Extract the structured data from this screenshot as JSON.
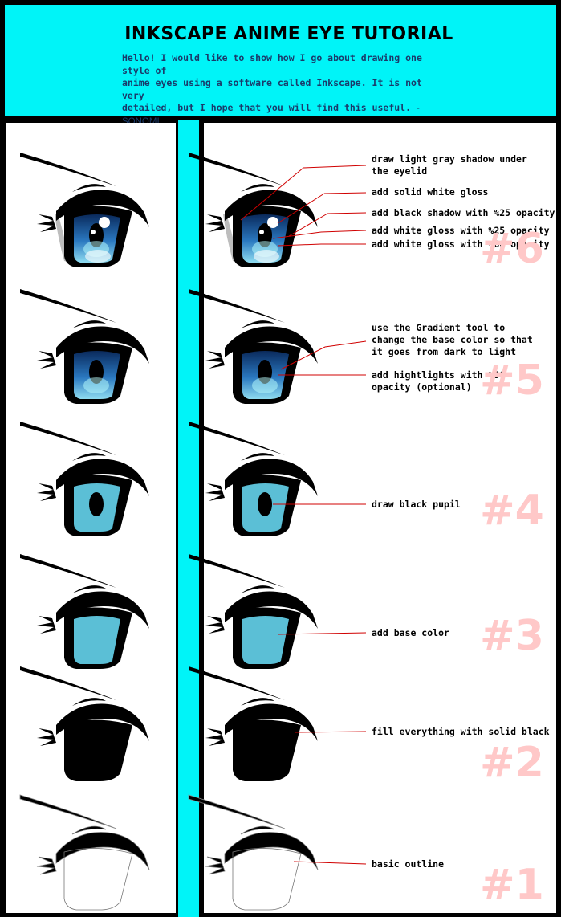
{
  "header": {
    "title": "INKSCAPE ANIME EYE TUTORIAL",
    "intro_lines": [
      "Hello! I would like to show how I go about drawing one style of",
      "anime eyes using a software called Inkscape. It is not very",
      "detailed, but I hope that you will find this useful."
    ],
    "signature": "- SONOMI"
  },
  "colors": {
    "accent": "#00f4f8",
    "iris": "#5bbfd6",
    "annotation_line": "#e00000",
    "step_number": "#ffc8c8"
  },
  "steps": [
    {
      "number": "#6",
      "notes": [
        "draw light gray shadow under the eyelid",
        "add solid white gloss",
        "add black shadow with %25 opacity",
        "add white gloss with %25 opacity",
        "add white gloss with %60 opacity"
      ]
    },
    {
      "number": "#5",
      "notes": [
        "use the Gradient tool to change the base color so that it goes from dark to light",
        "add hightlights with %50 opacity (optional)"
      ]
    },
    {
      "number": "#4",
      "notes": [
        "draw black pupil"
      ]
    },
    {
      "number": "#3",
      "notes": [
        "add base color"
      ]
    },
    {
      "number": "#2",
      "notes": [
        "fill everything with solid black"
      ]
    },
    {
      "number": "#1",
      "notes": [
        "basic outline"
      ]
    }
  ]
}
